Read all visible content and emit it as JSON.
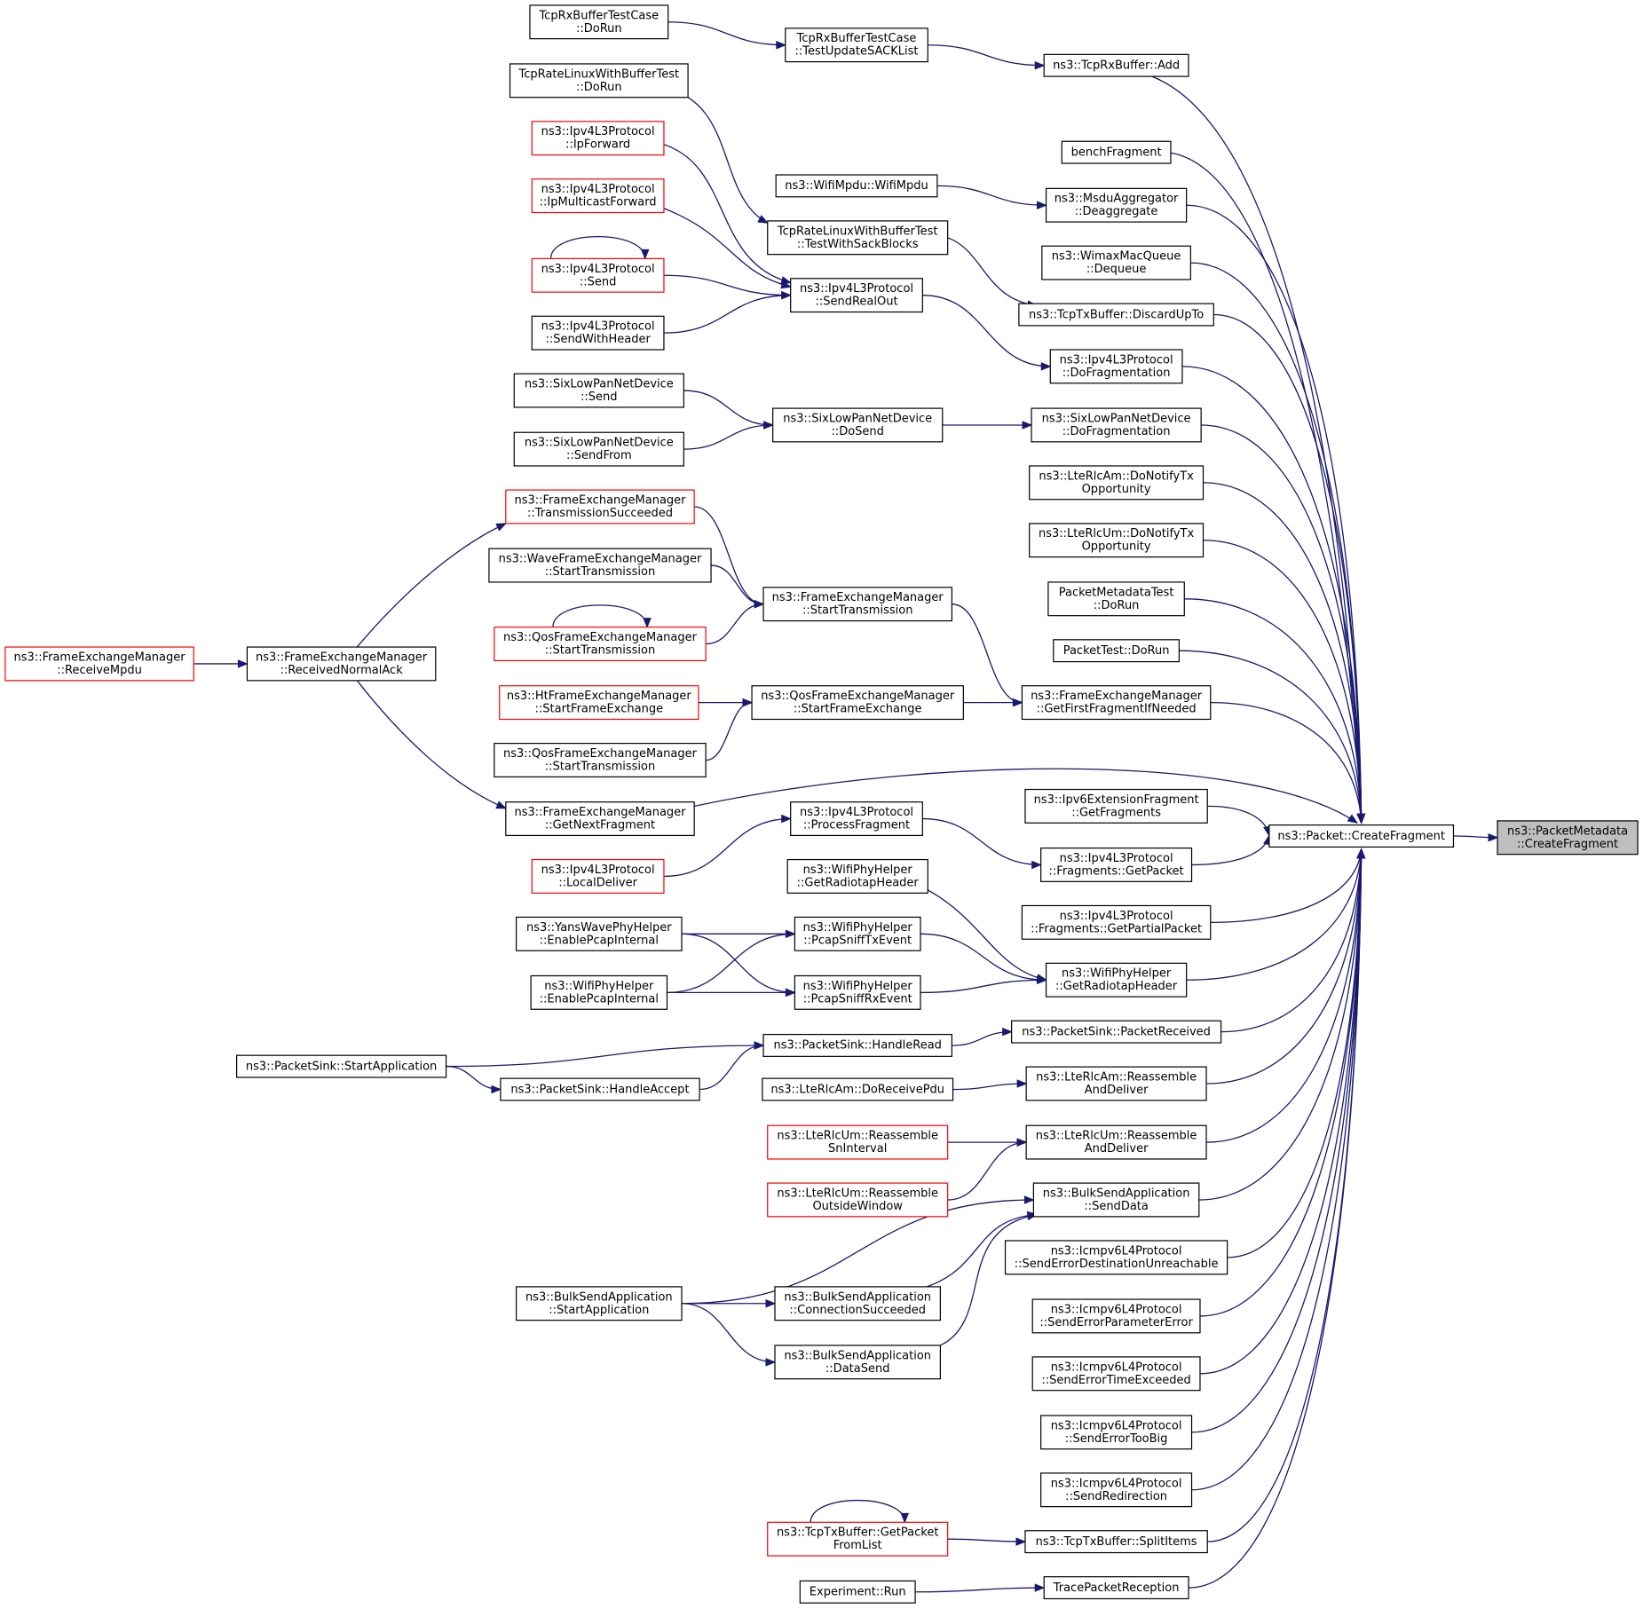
{
  "graph": {
    "edge_color": "#191970",
    "truncated_node_border_color": "#ff0000",
    "root_fill_color": "#bfbfbf",
    "nodes": [
      {
        "id": "pm_createfragment",
        "lines": [
          "ns3::PacketMetadata",
          "::CreateFragment"
        ],
        "style": "root"
      },
      {
        "id": "packet_createfragment",
        "lines": [
          "ns3::Packet::CreateFragment"
        ],
        "style": "normal"
      },
      {
        "id": "tcprxbuffer_add",
        "lines": [
          "ns3::TcpRxBuffer::Add"
        ],
        "style": "normal"
      },
      {
        "id": "benchfragment",
        "lines": [
          "benchFragment"
        ],
        "style": "normal"
      },
      {
        "id": "msdu_deaggregate",
        "lines": [
          "ns3::MsduAggregator",
          "::Deaggregate"
        ],
        "style": "normal"
      },
      {
        "id": "wimax_dequeue",
        "lines": [
          "ns3::WimaxMacQueue",
          "::Dequeue"
        ],
        "style": "normal"
      },
      {
        "id": "tcptx_discardupto",
        "lines": [
          "ns3::TcpTxBuffer::DiscardUpTo"
        ],
        "style": "normal"
      },
      {
        "id": "ipv4_dofragmentation",
        "lines": [
          "ns3::Ipv4L3Protocol",
          "::DoFragmentation"
        ],
        "style": "normal"
      },
      {
        "id": "sixlow_dofragmentation",
        "lines": [
          "ns3::SixLowPanNetDevice",
          "::DoFragmentation"
        ],
        "style": "normal"
      },
      {
        "id": "lterlcam_donotify",
        "lines": [
          "ns3::LteRlcAm::DoNotifyTx",
          "Opportunity"
        ],
        "style": "normal"
      },
      {
        "id": "lterlcum_donotify",
        "lines": [
          "ns3::LteRlcUm::DoNotifyTx",
          "Opportunity"
        ],
        "style": "normal"
      },
      {
        "id": "pmtest_dorun",
        "lines": [
          "PacketMetadataTest",
          "::DoRun"
        ],
        "style": "normal"
      },
      {
        "id": "packettest_dorun",
        "lines": [
          "PacketTest::DoRun"
        ],
        "style": "normal"
      },
      {
        "id": "fem_getfirstfragment",
        "lines": [
          "ns3::FrameExchangeManager",
          "::GetFirstFragmentIfNeeded"
        ],
        "style": "normal"
      },
      {
        "id": "ipv6ext_getfragments",
        "lines": [
          "ns3::Ipv6ExtensionFragment",
          "::GetFragments"
        ],
        "style": "normal"
      },
      {
        "id": "ipv4frag_getpacket",
        "lines": [
          "ns3::Ipv4L3Protocol",
          "::Fragments::GetPacket"
        ],
        "style": "normal"
      },
      {
        "id": "ipv4frag_getpartial",
        "lines": [
          "ns3::Ipv4L3Protocol",
          "::Fragments::GetPartialPacket"
        ],
        "style": "normal"
      },
      {
        "id": "wifiphy_getradiotap_r",
        "lines": [
          "ns3::WifiPhyHelper",
          "::GetRadiotapHeader"
        ],
        "style": "normal"
      },
      {
        "id": "packetsink_packetreceived",
        "lines": [
          "ns3::PacketSink::PacketReceived"
        ],
        "style": "normal"
      },
      {
        "id": "lterlcam_reassemble",
        "lines": [
          "ns3::LteRlcAm::Reassemble",
          "AndDeliver"
        ],
        "style": "normal"
      },
      {
        "id": "lterlcum_reassemble",
        "lines": [
          "ns3::LteRlcUm::Reassemble",
          "AndDeliver"
        ],
        "style": "normal"
      },
      {
        "id": "bulksend_senddata",
        "lines": [
          "ns3::BulkSendApplication",
          "::SendData"
        ],
        "style": "normal"
      },
      {
        "id": "icmpv6_destunreach",
        "lines": [
          "ns3::Icmpv6L4Protocol",
          "::SendErrorDestinationUnreachable"
        ],
        "style": "normal"
      },
      {
        "id": "icmpv6_paramerror",
        "lines": [
          "ns3::Icmpv6L4Protocol",
          "::SendErrorParameterError"
        ],
        "style": "normal"
      },
      {
        "id": "icmpv6_timeexceeded",
        "lines": [
          "ns3::Icmpv6L4Protocol",
          "::SendErrorTimeExceeded"
        ],
        "style": "normal"
      },
      {
        "id": "icmpv6_toobig",
        "lines": [
          "ns3::Icmpv6L4Protocol",
          "::SendErrorTooBig"
        ],
        "style": "normal"
      },
      {
        "id": "icmpv6_redirection",
        "lines": [
          "ns3::Icmpv6L4Protocol",
          "::SendRedirection"
        ],
        "style": "normal"
      },
      {
        "id": "tcptx_splititems",
        "lines": [
          "ns3::TcpTxBuffer::SplitItems"
        ],
        "style": "normal"
      },
      {
        "id": "tracepacketreception",
        "lines": [
          "TracePacketReception"
        ],
        "style": "normal"
      },
      {
        "id": "tcprxtest_updatesack",
        "lines": [
          "TcpRxBufferTestCase",
          "::TestUpdateSACKList"
        ],
        "style": "normal"
      },
      {
        "id": "tcprxtest_dorun",
        "lines": [
          "TcpRxBufferTestCase",
          "::DoRun"
        ],
        "style": "normal"
      },
      {
        "id": "tcpratelinux_dorun",
        "lines": [
          "TcpRateLinuxWithBufferTest",
          "::DoRun"
        ],
        "style": "normal"
      },
      {
        "id": "tcpratelinux_sack",
        "lines": [
          "TcpRateLinuxWithBufferTest",
          "::TestWithSackBlocks"
        ],
        "style": "normal"
      },
      {
        "id": "wifimpdu_ctor",
        "lines": [
          "ns3::WifiMpdu::WifiMpdu"
        ],
        "style": "normal"
      },
      {
        "id": "ipv4_ipforward",
        "lines": [
          "ns3::Ipv4L3Protocol",
          "::IpForward"
        ],
        "style": "red"
      },
      {
        "id": "ipv4_ipmulticastforward",
        "lines": [
          "ns3::Ipv4L3Protocol",
          "::IpMulticastForward"
        ],
        "style": "red"
      },
      {
        "id": "ipv4_send",
        "lines": [
          "ns3::Ipv4L3Protocol",
          "::Send"
        ],
        "style": "red"
      },
      {
        "id": "ipv4_sendwithheader",
        "lines": [
          "ns3::Ipv4L3Protocol",
          "::SendWithHeader"
        ],
        "style": "normal"
      },
      {
        "id": "ipv4_sendrealout",
        "lines": [
          "ns3::Ipv4L3Protocol",
          "::SendRealOut"
        ],
        "style": "normal"
      },
      {
        "id": "sixlow_send",
        "lines": [
          "ns3::SixLowPanNetDevice",
          "::Send"
        ],
        "style": "normal"
      },
      {
        "id": "sixlow_sendfrom",
        "lines": [
          "ns3::SixLowPanNetDevice",
          "::SendFrom"
        ],
        "style": "normal"
      },
      {
        "id": "sixlow_dosend",
        "lines": [
          "ns3::SixLowPanNetDevice",
          "::DoSend"
        ],
        "style": "normal"
      },
      {
        "id": "fem_txsucceeded",
        "lines": [
          "ns3::FrameExchangeManager",
          "::TransmissionSucceeded"
        ],
        "style": "red"
      },
      {
        "id": "wavefem_starttx",
        "lines": [
          "ns3::WaveFrameExchangeManager",
          "::StartTransmission"
        ],
        "style": "normal"
      },
      {
        "id": "fem_starttx",
        "lines": [
          "ns3::FrameExchangeManager",
          "::StartTransmission"
        ],
        "style": "normal"
      },
      {
        "id": "qosfem_starttx_red",
        "lines": [
          "ns3::QosFrameExchangeManager",
          "::StartTransmission"
        ],
        "style": "red"
      },
      {
        "id": "fem_receivempdu",
        "lines": [
          "ns3::FrameExchangeManager",
          "::ReceiveMpdu"
        ],
        "style": "red"
      },
      {
        "id": "fem_receivednormalack",
        "lines": [
          "ns3::FrameExchangeManager",
          "::ReceivedNormalAck"
        ],
        "style": "normal"
      },
      {
        "id": "htfem_startfe",
        "lines": [
          "ns3::HtFrameExchangeManager",
          "::StartFrameExchange"
        ],
        "style": "red"
      },
      {
        "id": "qosfem_startfe",
        "lines": [
          "ns3::QosFrameExchangeManager",
          "::StartFrameExchange"
        ],
        "style": "normal"
      },
      {
        "id": "qosfem_starttx",
        "lines": [
          "ns3::QosFrameExchangeManager",
          "::StartTransmission"
        ],
        "style": "normal"
      },
      {
        "id": "fem_getnextfragment",
        "lines": [
          "ns3::FrameExchangeManager",
          "::GetNextFragment"
        ],
        "style": "normal"
      },
      {
        "id": "ipv4_processfragment",
        "lines": [
          "ns3::Ipv4L3Protocol",
          "::ProcessFragment"
        ],
        "style": "normal"
      },
      {
        "id": "ipv4_localdeliver",
        "lines": [
          "ns3::Ipv4L3Protocol",
          "::LocalDeliver"
        ],
        "style": "red"
      },
      {
        "id": "wifiphy_getradiotap_l",
        "lines": [
          "ns3::WifiPhyHelper",
          "::GetRadiotapHeader"
        ],
        "style": "normal"
      },
      {
        "id": "wifiphy_sniffrx",
        "lines": [
          "ns3::WifiPhyHelper",
          "::PcapSniffRxEvent"
        ],
        "style": "normal"
      },
      {
        "id": "wifiphy_snifftx",
        "lines": [
          "ns3::WifiPhyHelper",
          "::PcapSniffTxEvent"
        ],
        "style": "normal"
      },
      {
        "id": "yanswave_pcap",
        "lines": [
          "ns3::YansWavePhyHelper",
          "::EnablePcapInternal"
        ],
        "style": "normal"
      },
      {
        "id": "wifiphy_pcap",
        "lines": [
          "ns3::WifiPhyHelper",
          "::EnablePcapInternal"
        ],
        "style": "normal"
      },
      {
        "id": "packetsink_handleread",
        "lines": [
          "ns3::PacketSink::HandleRead"
        ],
        "style": "normal"
      },
      {
        "id": "packetsink_startapp",
        "lines": [
          "ns3::PacketSink::StartApplication"
        ],
        "style": "normal"
      },
      {
        "id": "packetsink_handleaccept",
        "lines": [
          "ns3::PacketSink::HandleAccept"
        ],
        "style": "normal"
      },
      {
        "id": "lterlcam_doreceivepdu",
        "lines": [
          "ns3::LteRlcAm::DoReceivePdu"
        ],
        "style": "normal"
      },
      {
        "id": "lterlcum_reassemble_sn",
        "lines": [
          "ns3::LteRlcUm::Reassemble",
          "SnInterval"
        ],
        "style": "red"
      },
      {
        "id": "lterlcum_reassemble_out",
        "lines": [
          "ns3::LteRlcUm::Reassemble",
          "OutsideWindow"
        ],
        "style": "red"
      },
      {
        "id": "bulksend_startapp",
        "lines": [
          "ns3::BulkSendApplication",
          "::StartApplication"
        ],
        "style": "normal"
      },
      {
        "id": "bulksend_connsucceeded",
        "lines": [
          "ns3::BulkSendApplication",
          "::ConnectionSucceeded"
        ],
        "style": "normal"
      },
      {
        "id": "bulksend_datasend",
        "lines": [
          "ns3::BulkSendApplication",
          "::DataSend"
        ],
        "style": "normal"
      },
      {
        "id": "tcptx_getpacketfromlist",
        "lines": [
          "ns3::TcpTxBuffer::GetPacket",
          "FromList"
        ],
        "style": "red"
      },
      {
        "id": "experiment_run",
        "lines": [
          "Experiment::Run"
        ],
        "style": "normal"
      }
    ],
    "edges": [
      [
        "packet_createfragment",
        "pm_createfragment"
      ],
      [
        "tcprxbuffer_add",
        "packet_createfragment"
      ],
      [
        "benchfragment",
        "packet_createfragment"
      ],
      [
        "msdu_deaggregate",
        "packet_createfragment"
      ],
      [
        "wimax_dequeue",
        "packet_createfragment"
      ],
      [
        "tcptx_discardupto",
        "packet_createfragment"
      ],
      [
        "ipv4_dofragmentation",
        "packet_createfragment"
      ],
      [
        "sixlow_dofragmentation",
        "packet_createfragment"
      ],
      [
        "lterlcam_donotify",
        "packet_createfragment"
      ],
      [
        "lterlcum_donotify",
        "packet_createfragment"
      ],
      [
        "pmtest_dorun",
        "packet_createfragment"
      ],
      [
        "packettest_dorun",
        "packet_createfragment"
      ],
      [
        "fem_getfirstfragment",
        "packet_createfragment"
      ],
      [
        "fem_getnextfragment",
        "packet_createfragment"
      ],
      [
        "ipv6ext_getfragments",
        "packet_createfragment"
      ],
      [
        "ipv4frag_getpacket",
        "packet_createfragment"
      ],
      [
        "ipv4frag_getpartial",
        "packet_createfragment"
      ],
      [
        "wifiphy_getradiotap_r",
        "packet_createfragment"
      ],
      [
        "packetsink_packetreceived",
        "packet_createfragment"
      ],
      [
        "lterlcam_reassemble",
        "packet_createfragment"
      ],
      [
        "lterlcum_reassemble",
        "packet_createfragment"
      ],
      [
        "bulksend_senddata",
        "packet_createfragment"
      ],
      [
        "icmpv6_destunreach",
        "packet_createfragment"
      ],
      [
        "icmpv6_paramerror",
        "packet_createfragment"
      ],
      [
        "icmpv6_timeexceeded",
        "packet_createfragment"
      ],
      [
        "icmpv6_toobig",
        "packet_createfragment"
      ],
      [
        "icmpv6_redirection",
        "packet_createfragment"
      ],
      [
        "tcptx_splititems",
        "packet_createfragment"
      ],
      [
        "tracepacketreception",
        "packet_createfragment"
      ],
      [
        "tcprxtest_updatesack",
        "tcprxbuffer_add"
      ],
      [
        "tcprxtest_dorun",
        "tcprxtest_updatesack"
      ],
      [
        "tcpratelinux_dorun",
        "tcpratelinux_sack"
      ],
      [
        "tcpratelinux_sack",
        "tcptx_discardupto"
      ],
      [
        "wifimpdu_ctor",
        "msdu_deaggregate"
      ],
      [
        "ipv4_sendrealout",
        "ipv4_dofragmentation"
      ],
      [
        "ipv4_ipforward",
        "ipv4_sendrealout"
      ],
      [
        "ipv4_ipmulticastforward",
        "ipv4_sendrealout"
      ],
      [
        "ipv4_send",
        "ipv4_sendrealout"
      ],
      [
        "ipv4_sendwithheader",
        "ipv4_sendrealout"
      ],
      [
        "ipv4_send",
        "ipv4_send"
      ],
      [
        "sixlow_dosend",
        "sixlow_dofragmentation"
      ],
      [
        "sixlow_send",
        "sixlow_dosend"
      ],
      [
        "sixlow_sendfrom",
        "sixlow_dosend"
      ],
      [
        "fem_starttx",
        "fem_getfirstfragment"
      ],
      [
        "fem_txsucceeded",
        "fem_starttx"
      ],
      [
        "wavefem_starttx",
        "fem_starttx"
      ],
      [
        "qosfem_starttx_red",
        "fem_starttx"
      ],
      [
        "qosfem_starttx_red",
        "qosfem_starttx_red"
      ],
      [
        "fem_receivednormalack",
        "fem_txsucceeded"
      ],
      [
        "fem_receivempdu",
        "fem_receivednormalack"
      ],
      [
        "qosfem_startfe",
        "fem_getfirstfragment"
      ],
      [
        "htfem_startfe",
        "qosfem_startfe"
      ],
      [
        "qosfem_starttx",
        "qosfem_startfe"
      ],
      [
        "fem_receivednormalack",
        "fem_getnextfragment"
      ],
      [
        "ipv4_processfragment",
        "ipv4frag_getpacket"
      ],
      [
        "ipv4_localdeliver",
        "ipv4_processfragment"
      ],
      [
        "wifiphy_getradiotap_l",
        "wifiphy_getradiotap_r"
      ],
      [
        "wifiphy_snifftx",
        "wifiphy_getradiotap_r"
      ],
      [
        "wifiphy_sniffrx",
        "wifiphy_getradiotap_r"
      ],
      [
        "yanswave_pcap",
        "wifiphy_snifftx"
      ],
      [
        "yanswave_pcap",
        "wifiphy_sniffrx"
      ],
      [
        "wifiphy_pcap",
        "wifiphy_snifftx"
      ],
      [
        "wifiphy_pcap",
        "wifiphy_sniffrx"
      ],
      [
        "packetsink_handleread",
        "packetsink_packetreceived"
      ],
      [
        "packetsink_startapp",
        "packetsink_handleread"
      ],
      [
        "packetsink_startapp",
        "packetsink_handleaccept"
      ],
      [
        "packetsink_handleaccept",
        "packetsink_handleread"
      ],
      [
        "lterlcam_doreceivepdu",
        "lterlcam_reassemble"
      ],
      [
        "lterlcum_reassemble_sn",
        "lterlcum_reassemble"
      ],
      [
        "lterlcum_reassemble_out",
        "lterlcum_reassemble"
      ],
      [
        "bulksend_startapp",
        "bulksend_senddata"
      ],
      [
        "bulksend_connsucceeded",
        "bulksend_senddata"
      ],
      [
        "bulksend_datasend",
        "bulksend_senddata"
      ],
      [
        "bulksend_startapp",
        "bulksend_connsucceeded"
      ],
      [
        "bulksend_startapp",
        "bulksend_datasend"
      ],
      [
        "tcptx_getpacketfromlist",
        "tcptx_splititems"
      ],
      [
        "tcptx_getpacketfromlist",
        "tcptx_getpacketfromlist"
      ],
      [
        "experiment_run",
        "tracepacketreception"
      ]
    ]
  }
}
